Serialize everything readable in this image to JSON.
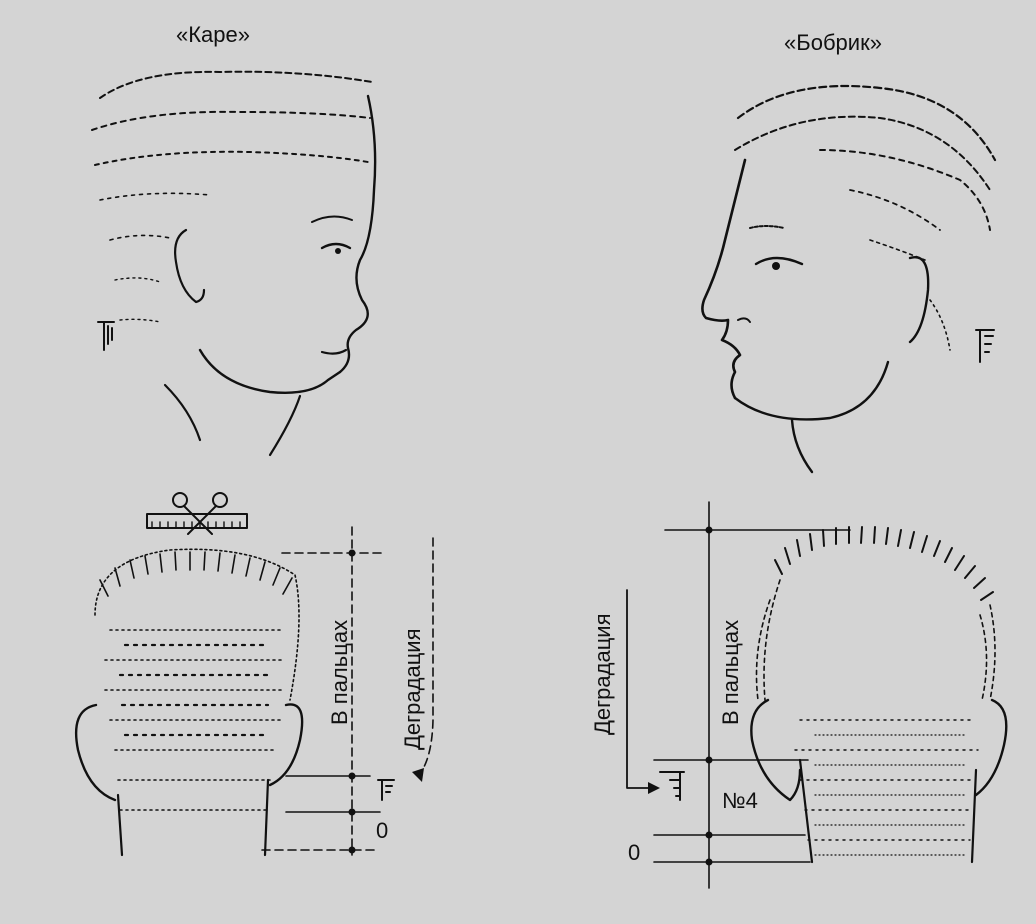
{
  "left_panel": {
    "title": "«Каре»",
    "label_fingers": "В пальцах",
    "label_degradation": "Деградация",
    "label_zero": "0"
  },
  "right_panel": {
    "title": "«Бобрик»",
    "label_fingers": "В пальцах",
    "label_degradation": "Деградация",
    "label_number": "№4",
    "label_zero": "0"
  },
  "colors": {
    "background": "#d4d4d4",
    "ink": "#111111"
  }
}
